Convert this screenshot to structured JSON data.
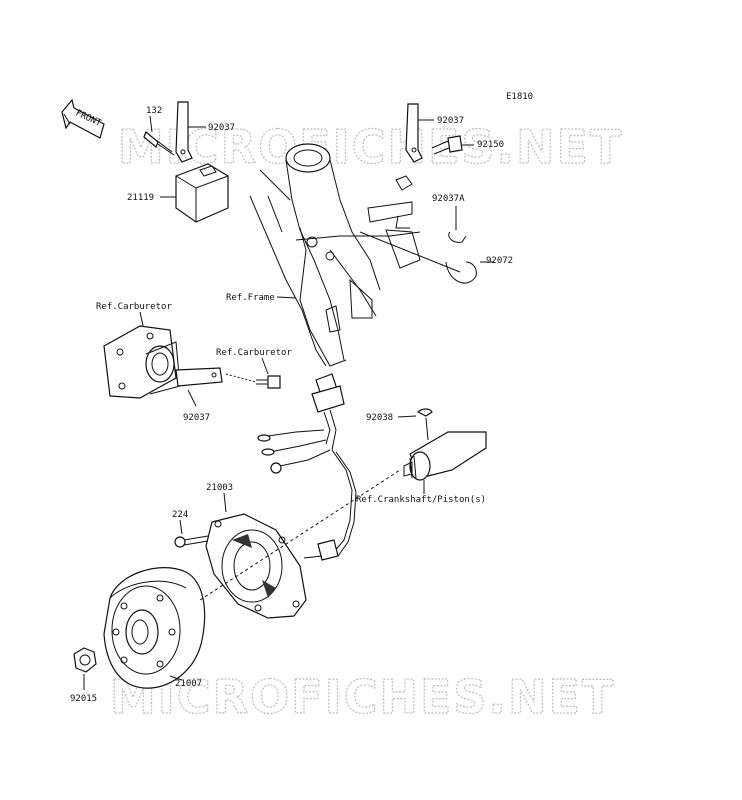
{
  "diagram_code": "E1810",
  "front_label": "FRONT",
  "watermark": "MICROFICHES.NET",
  "callouts": {
    "c132": "132",
    "c92037_tl": "92037",
    "c21119": "21119",
    "c92037_tr": "92037",
    "c92150": "92150",
    "c92037A": "92037A",
    "c92072": "92072",
    "ref_frame": "Ref.Frame",
    "ref_carb_left": "Ref.Carburetor",
    "ref_carb_mid": "Ref.Carburetor",
    "c92037_mid": "92037",
    "c92038": "92038",
    "ref_crank": "Ref.Crankshaft/Piston(s)",
    "c21003": "21003",
    "c224": "224",
    "c21007": "21007",
    "c92015": "92015"
  }
}
